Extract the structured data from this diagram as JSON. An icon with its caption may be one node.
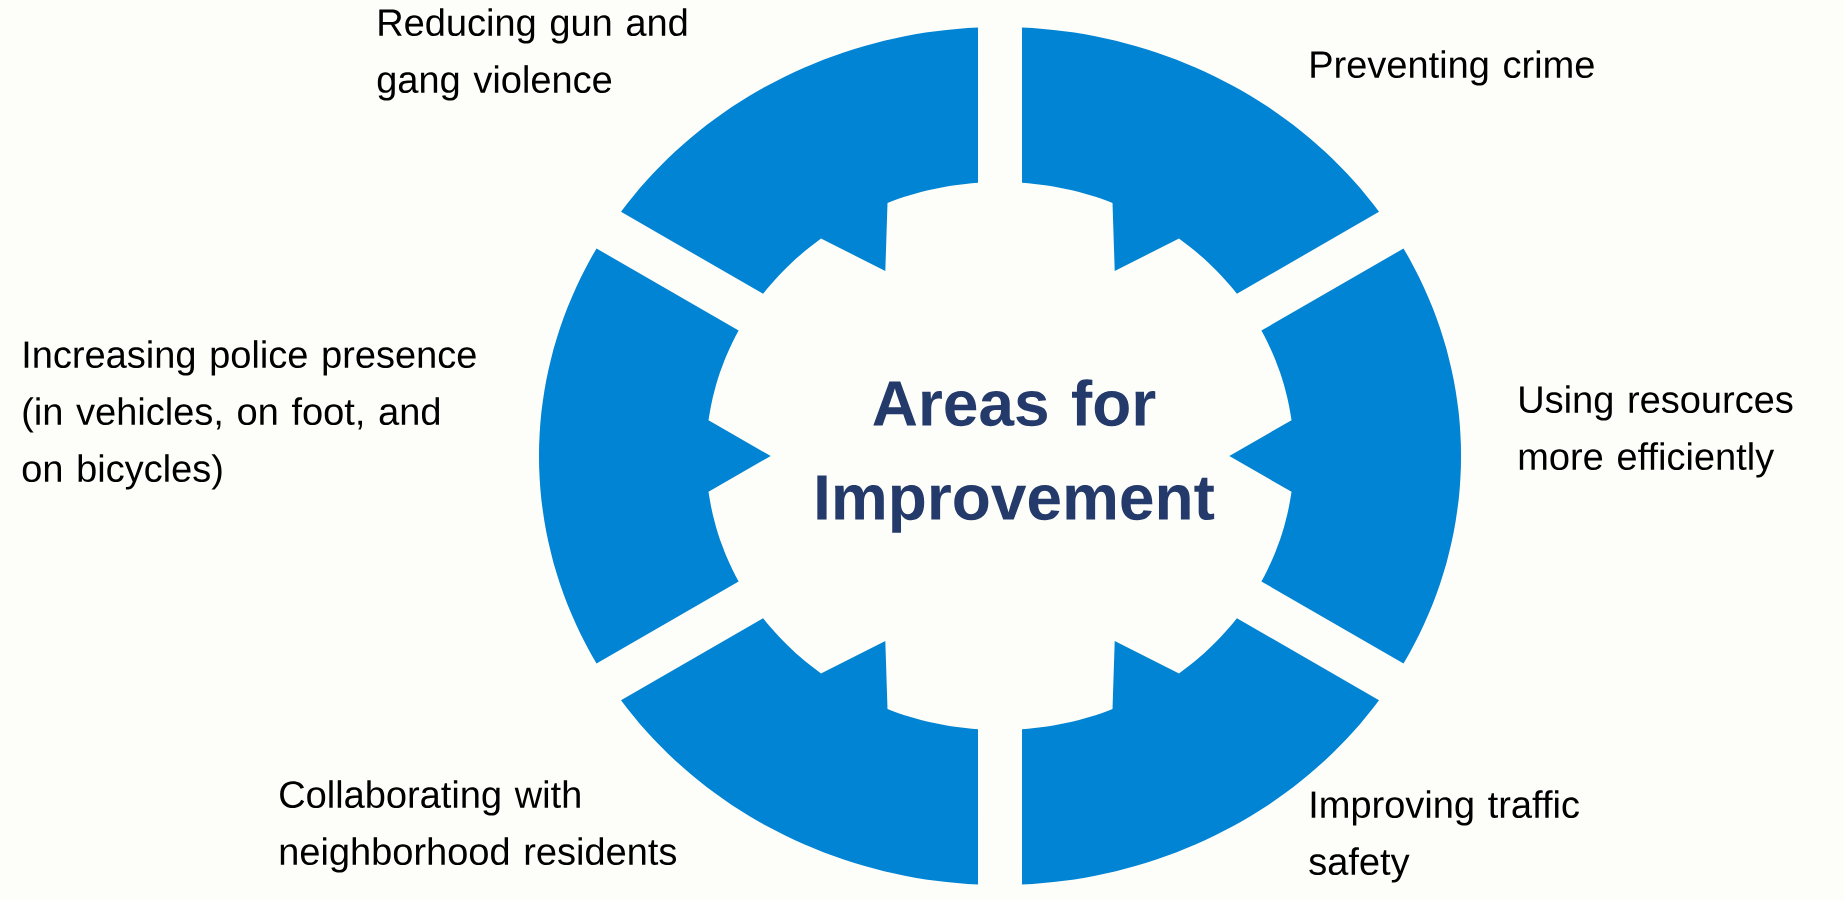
{
  "diagram": {
    "nodes": [
      {
        "text": [
          "Reducing gun and gang violence"
        ]
      },
      {
        "text": [
          "Preventing crime"
        ]
      },
      {
        "text": [
          "Increasing police presence (in vehicles, on foot, and on bicycles)"
        ]
      },
      {
        "text": [
          "Areas for Improvement"
        ]
      },
      {
        "text": [
          "Using resources more efficiently"
        ]
      },
      {
        "text": [
          "Collaborating with neighborhood residents"
        ]
      },
      {
        "text": [
          "Improving traffic safety"
        ]
      }
    ]
  }
}
